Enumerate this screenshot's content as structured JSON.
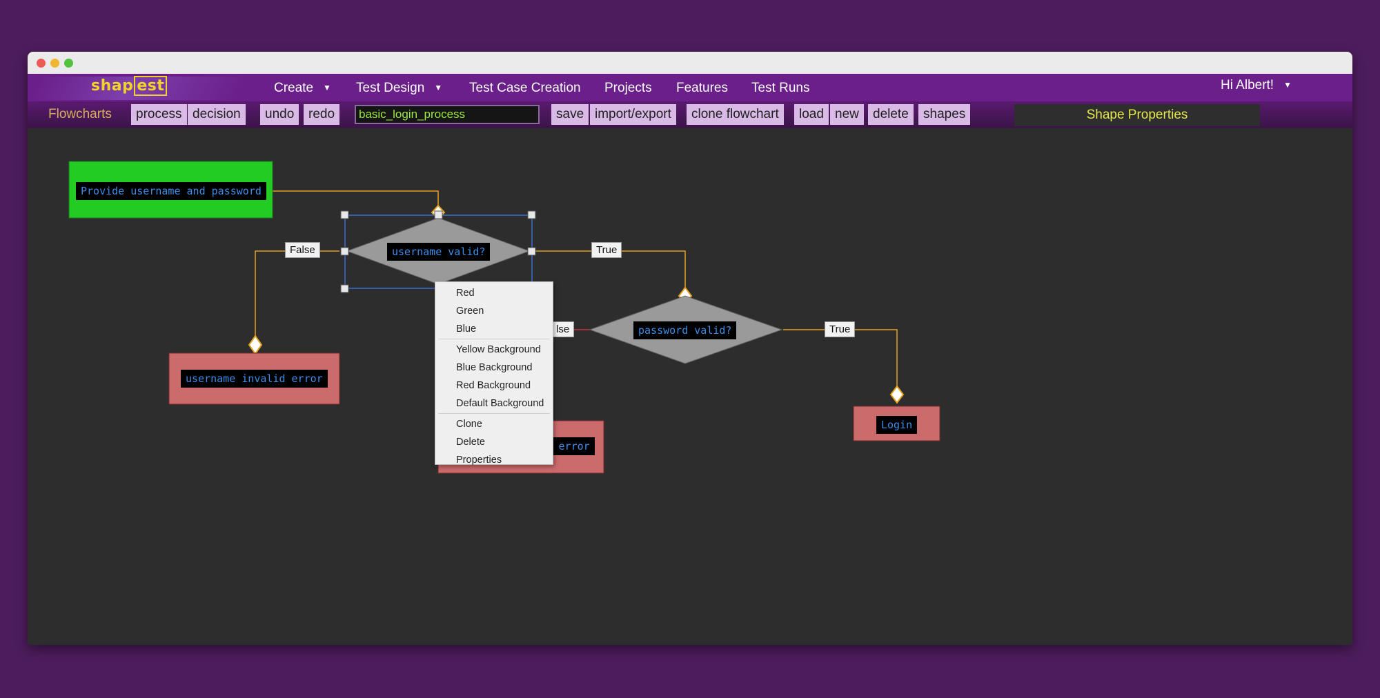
{
  "app": {
    "logo_text_a": "shap",
    "logo_text_b": "est"
  },
  "nav": {
    "items": [
      {
        "label": "Create",
        "has_caret": true
      },
      {
        "label": "Test Design",
        "has_caret": true
      },
      {
        "label": "Test Case Creation",
        "has_caret": false
      },
      {
        "label": "Projects",
        "has_caret": false
      },
      {
        "label": "Features",
        "has_caret": false
      },
      {
        "label": "Test Runs",
        "has_caret": false
      }
    ],
    "user_greeting": "Hi Albert!",
    "caret_glyph": "▼"
  },
  "toolbar": {
    "section_label": "Flowcharts",
    "process_label": "process",
    "decision_label": "decision",
    "undo_label": "undo",
    "redo_label": "redo",
    "flowchart_name": "basic_login_process",
    "save_label": "save",
    "import_export_label": "import/export",
    "clone_flowchart_label": "clone flowchart",
    "load_label": "load",
    "new_label": "new",
    "delete_label": "delete",
    "shapes_label": "shapes",
    "shape_properties_label": "Shape Properties"
  },
  "flowchart": {
    "nodes": {
      "start": {
        "label": "Provide username and password",
        "fill": "#22cc22"
      },
      "username_valid": {
        "label": "username valid?",
        "fill": "#9a9a9a"
      },
      "password_valid": {
        "label": "password valid?",
        "fill": "#9a9a9a"
      },
      "username_invalid": {
        "label": "username invalid error",
        "fill": "#cc6b6b"
      },
      "invalid_password": {
        "label": "invalid password error",
        "fill": "#cc6b6b"
      },
      "login": {
        "label": "Login",
        "fill": "#cc6b6b"
      }
    },
    "edges": {
      "uv_false": "False",
      "uv_true": "True",
      "pv_false": "lse",
      "pv_true": "True"
    },
    "colors": {
      "connector": "#e6a020",
      "selection": "#3a6fd8",
      "false_connector": "#cc3344"
    }
  },
  "context_menu": {
    "groups": [
      [
        "Red",
        "Green",
        "Blue"
      ],
      [
        "Yellow Background",
        "Blue Background",
        "Red Background",
        "Default Background"
      ],
      [
        "Clone",
        "Delete",
        "Properties"
      ]
    ]
  }
}
